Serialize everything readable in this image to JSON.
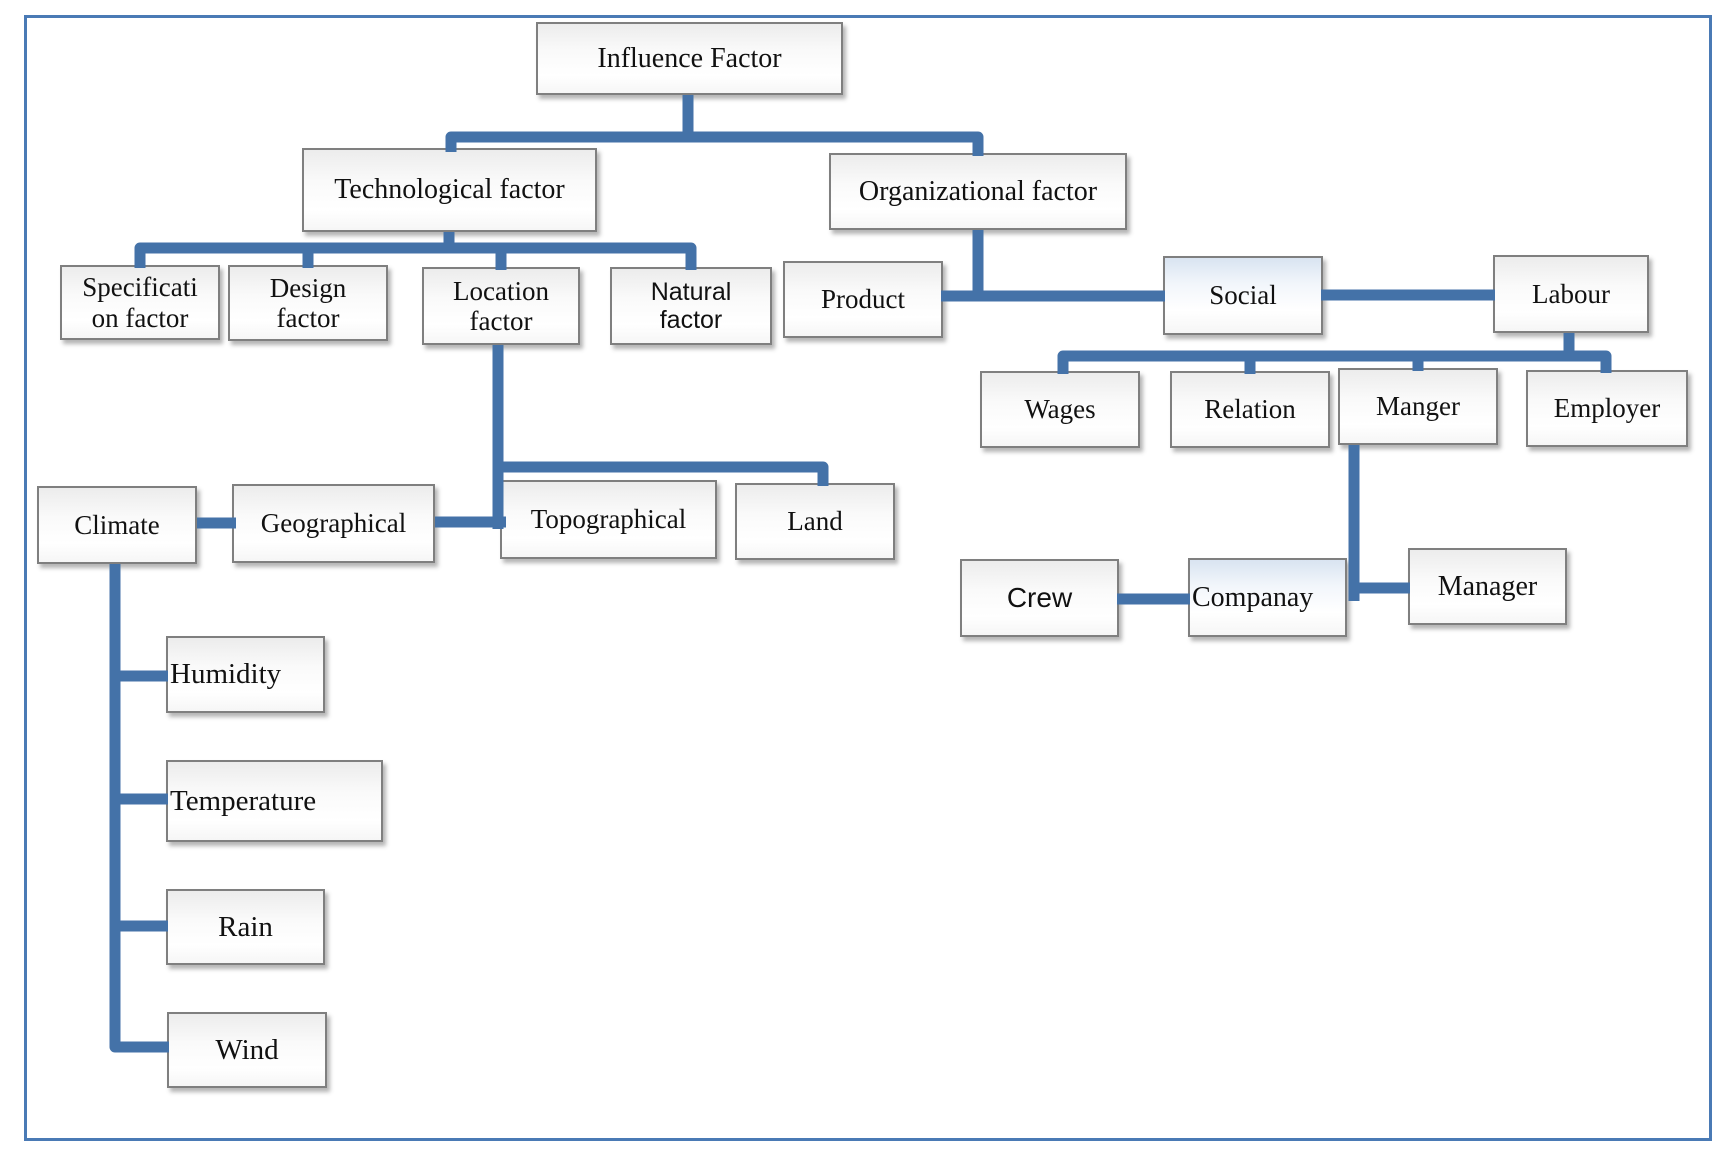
{
  "diagram": {
    "title": "Influence Factor",
    "connector_color": "#4472a8",
    "page_border_color": "#4a7ab5",
    "box_border_color": "#7f7f7f"
  },
  "nodes": {
    "influence": {
      "label": "Influence Factor"
    },
    "technological": {
      "label": "Technological factor"
    },
    "organizational": {
      "label": "Organizational factor"
    },
    "specification": {
      "label": "Specificati\non factor"
    },
    "design": {
      "label": "Design\nfactor"
    },
    "location": {
      "label": "Location\nfactor"
    },
    "natural": {
      "label": "Natural\nfactor"
    },
    "product": {
      "label": "Product"
    },
    "social": {
      "label": "Social"
    },
    "labour": {
      "label": "Labour"
    },
    "wages": {
      "label": "Wages"
    },
    "relation": {
      "label": "Relation"
    },
    "manger": {
      "label": "Manger"
    },
    "employer": {
      "label": "Employer"
    },
    "climate": {
      "label": "Climate"
    },
    "geographical": {
      "label": "Geographical"
    },
    "topographical": {
      "label": "Topographical"
    },
    "land": {
      "label": "Land"
    },
    "humidity": {
      "label": "Humidity"
    },
    "temperature": {
      "label": "Temperature"
    },
    "rain": {
      "label": "Rain"
    },
    "wind": {
      "label": "Wind"
    },
    "crew": {
      "label": "Crew"
    },
    "companay": {
      "label": "Companay"
    },
    "manager": {
      "label": "Manager"
    }
  },
  "edges": [
    [
      "Influence Factor",
      "Technological factor"
    ],
    [
      "Influence Factor",
      "Organizational factor"
    ],
    [
      "Technological factor",
      "Specificati on factor"
    ],
    [
      "Technological factor",
      "Design factor"
    ],
    [
      "Technological factor",
      "Location factor"
    ],
    [
      "Technological factor",
      "Natural factor"
    ],
    [
      "Location factor",
      "Topographical"
    ],
    [
      "Location factor",
      "Land"
    ],
    [
      "Geographical",
      "Topographical"
    ],
    [
      "Climate",
      "Geographical"
    ],
    [
      "Climate",
      "Humidity"
    ],
    [
      "Climate",
      "Temperature"
    ],
    [
      "Climate",
      "Rain"
    ],
    [
      "Climate",
      "Wind"
    ],
    [
      "Organizational factor",
      "Product"
    ],
    [
      "Organizational factor",
      "Social"
    ],
    [
      "Social",
      "Labour"
    ],
    [
      "Labour",
      "Wages"
    ],
    [
      "Labour",
      "Relation"
    ],
    [
      "Labour",
      "Manger"
    ],
    [
      "Labour",
      "Employer"
    ],
    [
      "Manger",
      "Manager"
    ],
    [
      "Crew",
      "Companay"
    ],
    [
      "Companay",
      "Manager"
    ]
  ]
}
